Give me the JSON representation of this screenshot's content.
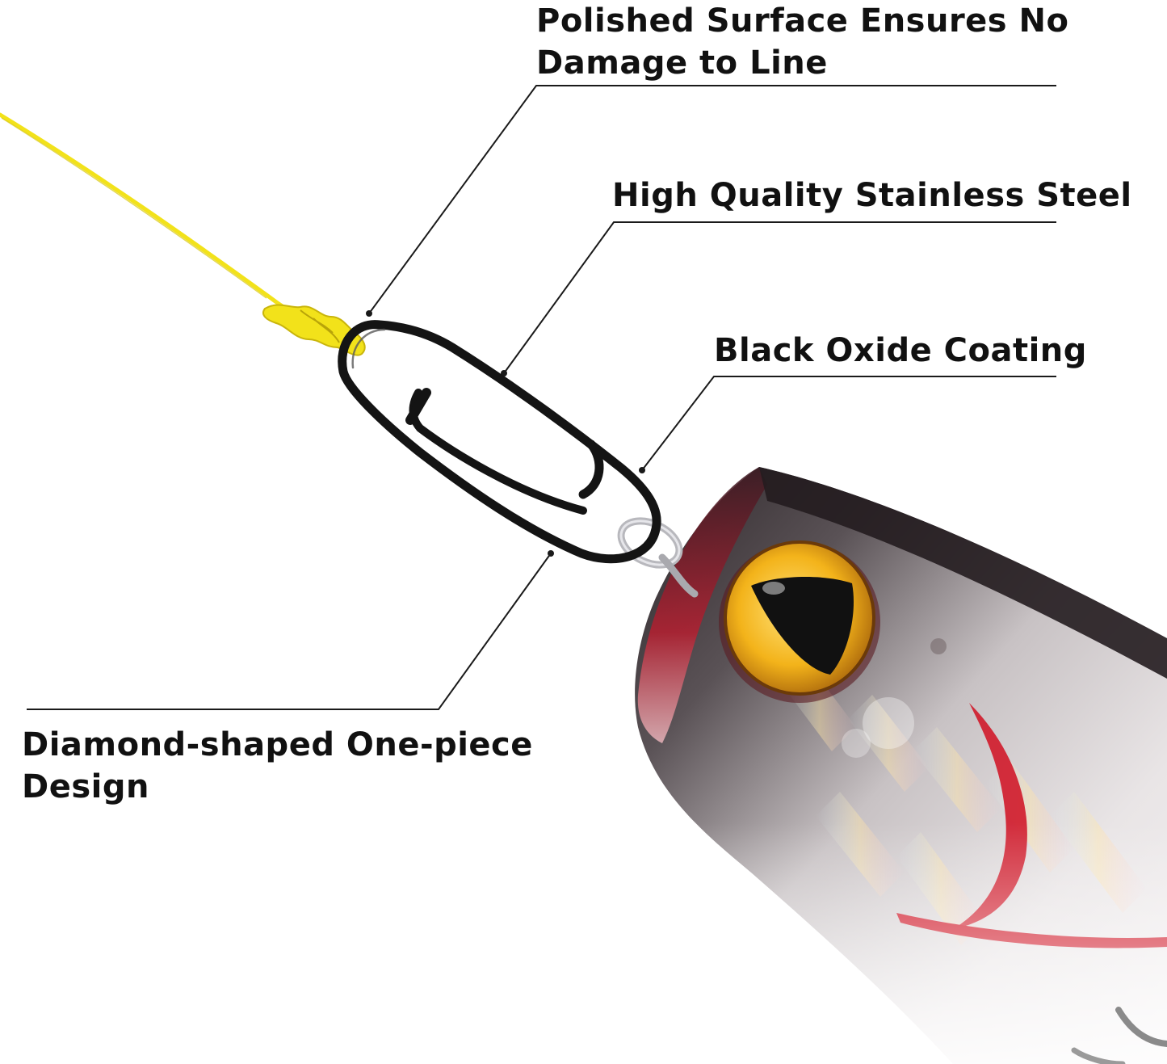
{
  "callouts": {
    "polished": {
      "line1": "Polished Surface Ensures No",
      "line2": "Damage to Line"
    },
    "steel": {
      "line1": "High Quality Stainless Steel"
    },
    "oxide": {
      "line1": "Black Oxide Coating"
    },
    "design": {
      "line1": "Diamond-shaped One-piece",
      "line2": "Design"
    }
  },
  "colors": {
    "text": "#111111",
    "leader_line": "#1a1a1a",
    "fishing_line": "#f2e21a",
    "snap_metal": "#141414",
    "lure_head": "#2a2326",
    "lure_red": "#d01a2a",
    "eye_gold": "#f3b31a"
  },
  "icons": [
    "fishing-snap-icon",
    "fishing-lure-icon",
    "fishing-line-icon",
    "lure-eye-icon"
  ]
}
